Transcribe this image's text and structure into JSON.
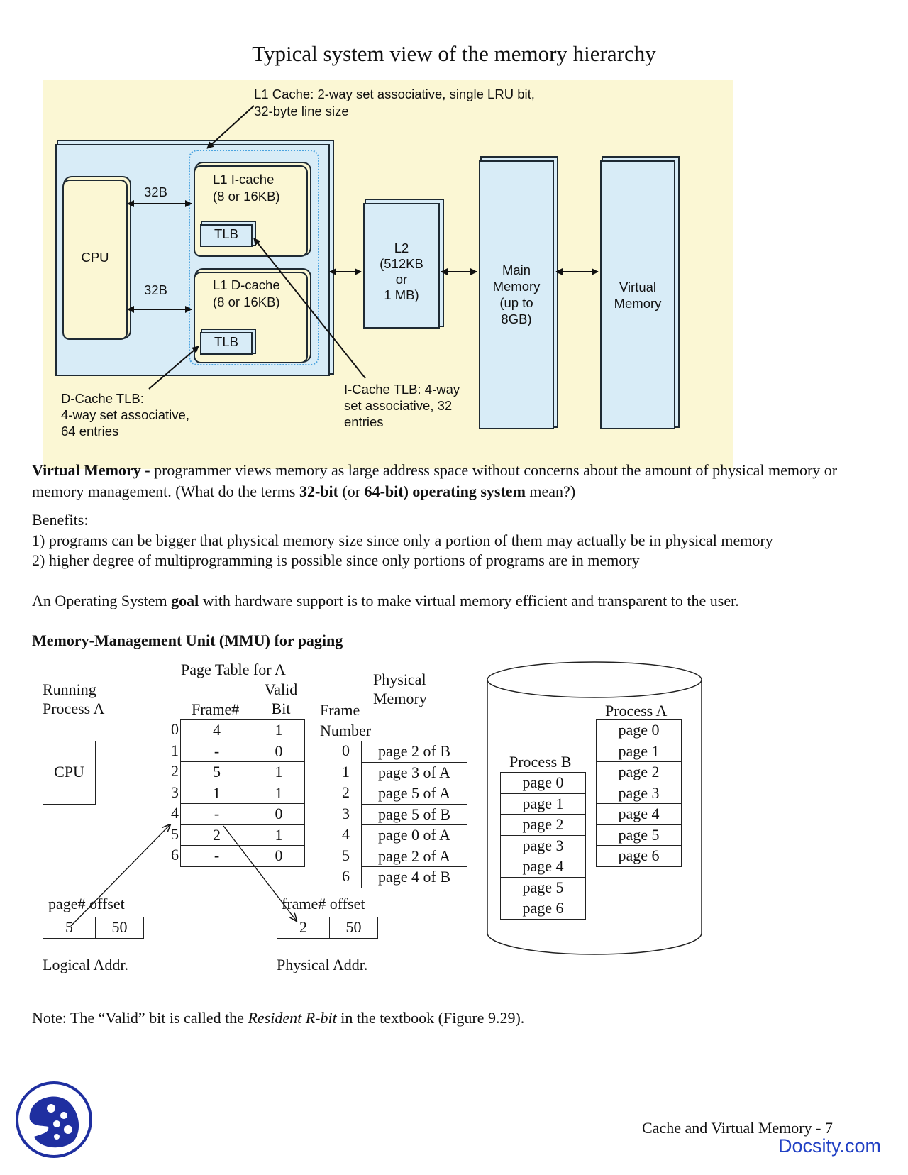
{
  "page_title": "Typical system view of the memory hierarchy",
  "diagram": {
    "cpu": "CPU",
    "bus1": "32B",
    "bus2": "32B",
    "l1_icache": [
      "L1 I-cache",
      "(8 or 16KB)"
    ],
    "l1_dcache": [
      "L1 D-cache",
      "(8 or 16KB)"
    ],
    "tlb": "TLB",
    "l2": [
      "L2",
      "(512KB",
      "or",
      "1 MB)"
    ],
    "main_memory": [
      "Main",
      "Memory",
      "(up to",
      "8GB)"
    ],
    "virtual_memory": [
      "Virtual",
      "Memory"
    ],
    "callout_l1": [
      "L1 Cache: 2-way set associative, single LRU bit,",
      "32-byte line size"
    ],
    "callout_dcache_tlb": [
      "D-Cache TLB:",
      "4-way set associative,",
      "64 entries"
    ],
    "callout_icache_tlb": [
      "I-Cache TLB: 4-way",
      "set associative, 32",
      "entries"
    ]
  },
  "text": {
    "vm_term": "Virtual Memory -",
    "vm_def": " programmer views memory as large address space without concerns about the amount of physical memory or memory management.  (What do the terms ",
    "bits32": "32-bit",
    "or_paren": " (or ",
    "bits64_os": "64-bit) operating system",
    "mean": " mean?)",
    "benefits": "Benefits:",
    "benefit1": "1)  programs can be bigger that physical memory size since only a portion of them may actually be in physical memory",
    "benefit2": "2)  higher degree of multiprogramming is possible since only portions of programs are in memory",
    "os_goal_a": "An Operating System ",
    "os_goal_b": "goal",
    "os_goal_c": " with hardware support is to make virtual memory efficient and transparent to the user.",
    "mmu_heading": "Memory-Management Unit (MMU) for paging"
  },
  "mmu": {
    "running_process": [
      "Running",
      "Process A"
    ],
    "cpu": "CPU",
    "page_table_title": "Page Table for A",
    "col_frame": "Frame#",
    "col_valid": [
      "Valid",
      "Bit"
    ],
    "page_table": [
      {
        "idx": "0",
        "frame": "4",
        "valid": "1"
      },
      {
        "idx": "1",
        "frame": "-",
        "valid": "0"
      },
      {
        "idx": "2",
        "frame": "5",
        "valid": "1"
      },
      {
        "idx": "3",
        "frame": "1",
        "valid": "1"
      },
      {
        "idx": "4",
        "frame": "-",
        "valid": "0"
      },
      {
        "idx": "5",
        "frame": "2",
        "valid": "1"
      },
      {
        "idx": "6",
        "frame": "-",
        "valid": "0"
      }
    ],
    "physical_memory_title": [
      "Physical",
      "Memory"
    ],
    "frame_number_label": [
      "Frame",
      "Number"
    ],
    "physical_memory": [
      {
        "idx": "0",
        "content": "page 2 of B"
      },
      {
        "idx": "1",
        "content": "page 3 of A"
      },
      {
        "idx": "2",
        "content": "page 5 of A"
      },
      {
        "idx": "3",
        "content": "page 5 of B"
      },
      {
        "idx": "4",
        "content": "page 0 of A"
      },
      {
        "idx": "5",
        "content": "page 2 of A"
      },
      {
        "idx": "6",
        "content": "page 4 of B"
      }
    ],
    "logical_addr_header": "page# offset",
    "logical_addr": {
      "page": "5",
      "offset": "50"
    },
    "logical_addr_label": "Logical Addr.",
    "physical_addr_header": "frame# offset",
    "physical_addr": {
      "frame": "2",
      "offset": "50"
    },
    "physical_addr_label": "Physical Addr.",
    "process_b_label": "Process B",
    "process_b_pages": [
      "page 0",
      "page 1",
      "page 2",
      "page 3",
      "page 4",
      "page 5",
      "page 6"
    ],
    "process_a_label": "Process A",
    "process_a_pages": [
      "page 0",
      "page 1",
      "page 2",
      "page 3",
      "page 4",
      "page 5",
      "page 6"
    ]
  },
  "note": {
    "a": "Note:  The “Valid” bit is called the ",
    "b": "Resident R-bit",
    "c": " in the textbook (Figure 9.29)."
  },
  "footer": {
    "page_label": "Cache and Virtual Memory - 7",
    "brand": "Docsity.com"
  }
}
